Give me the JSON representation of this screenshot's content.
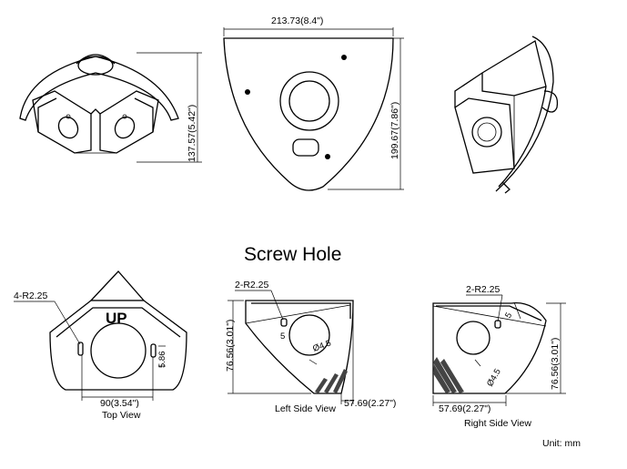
{
  "dimensions": {
    "front_width": "213.73(8.4\")",
    "front_height": "137.57(5.42\")",
    "top_height": "199.67(7.86\")",
    "side_height": "76.56(3.01\")",
    "side_width": "57.69(2.27\")",
    "top_width": "90(3.54\")",
    "screw_radius": "4-R2.25",
    "screw_radius_side": "2-R2.25",
    "hole_spacing": "5.86",
    "hole_diameter": "Ø4.5",
    "five": "5"
  },
  "labels": {
    "screw_hole_title": "Screw Hole",
    "up_mark": "UP",
    "top_view": "Top View",
    "left_side_view": "Left Side View",
    "right_side_view": "Right Side View",
    "unit": "Unit: mm"
  }
}
